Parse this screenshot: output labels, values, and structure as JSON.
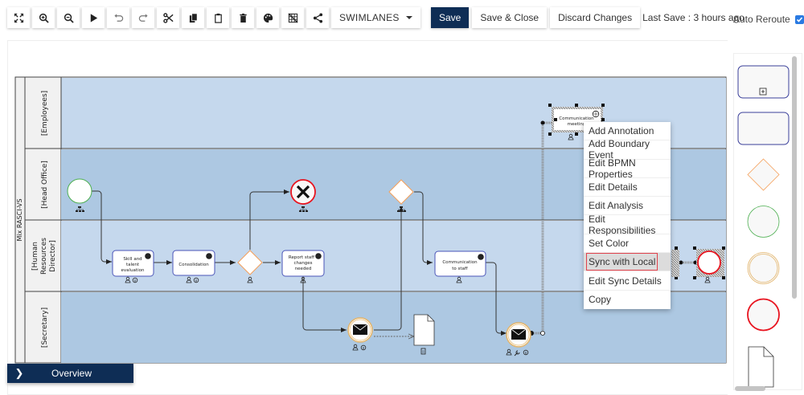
{
  "toolbar": {
    "buttons": [
      {
        "name": "fit-screen",
        "icon": "expand-icon"
      },
      {
        "name": "zoom-in",
        "icon": "zoom-in-icon"
      },
      {
        "name": "zoom-out",
        "icon": "zoom-out-icon"
      },
      {
        "name": "simulate",
        "icon": "play-icon"
      },
      {
        "name": "undo",
        "icon": "undo-icon"
      },
      {
        "name": "redo",
        "icon": "redo-icon"
      },
      {
        "name": "cut",
        "icon": "scissors-icon"
      },
      {
        "name": "copy",
        "icon": "copy-icon"
      },
      {
        "name": "paste",
        "icon": "clipboard-icon"
      },
      {
        "name": "delete",
        "icon": "trash-icon"
      },
      {
        "name": "color",
        "icon": "palette-icon"
      },
      {
        "name": "grid",
        "icon": "grid-off-icon"
      },
      {
        "name": "share",
        "icon": "share-icon"
      }
    ],
    "view_dropdown": "SWIMLANES"
  },
  "actions": {
    "save": "Save",
    "save_close": "Save & Close",
    "discard": "Discard Changes",
    "last_save": "Last Save : 3 hours ago"
  },
  "auto_reroute": {
    "label": "Auto Reroute",
    "checked": true
  },
  "overview": {
    "label": "Overview"
  },
  "pool": {
    "name": "Mix RASCI-VS",
    "lanes": [
      {
        "label": "[Employees]",
        "color": "#c5d8ed"
      },
      {
        "label": "[Head Office]",
        "color": "#adc8e2"
      },
      {
        "label": "[Human Resources Director]",
        "lines": [
          "[Human",
          "Resources",
          "Director]"
        ],
        "color": "#c5d8ed"
      },
      {
        "label": "[Secretary]",
        "color": "#adc8e2"
      }
    ]
  },
  "tasks": [
    {
      "id": "t1",
      "lines": [
        "Skill and",
        "talent",
        "evaluation"
      ]
    },
    {
      "id": "t2",
      "lines": [
        "Consolidation"
      ]
    },
    {
      "id": "t3",
      "lines": [
        "Report staff",
        "changes",
        "needed"
      ]
    },
    {
      "id": "t4",
      "lines": [
        "Communication",
        "to staff"
      ]
    },
    {
      "id": "t5",
      "lines": [
        "Communication",
        "meeting"
      ]
    }
  ],
  "context_menu": {
    "items": [
      "Add Annotation",
      "Add Boundary Event",
      "Edit BPMN Properties",
      "Edit Details",
      "Edit Analysis",
      "Edit Responsibilities",
      "Set Color",
      "Sync with Local",
      "Edit Sync Details",
      "Copy"
    ],
    "highlighted": "Sync with Local"
  },
  "palette": {
    "items": [
      "subprocess",
      "task",
      "gateway",
      "start-event",
      "intermediate-event",
      "end-event",
      "data-object"
    ]
  },
  "colors": {
    "primary": "#0e2d55",
    "task_border": "#4a55b8",
    "gateway": "#f5a05a",
    "start": "#4caf50",
    "intermediate": "#e4b468",
    "end": "#e8141f"
  }
}
